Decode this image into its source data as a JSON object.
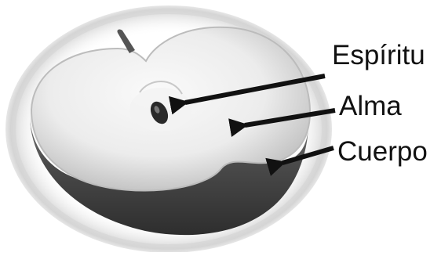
{
  "labels": {
    "espiritu": "Espíritu",
    "alma": "Alma",
    "cuerpo": "Cuerpo"
  },
  "colors": {
    "background": "#ffffff",
    "arrow": "#111111",
    "flesh": "#eeeeee",
    "skin": "#4a4a4a",
    "seed": "#2a2a2a",
    "halo": "#d9d9d9"
  },
  "illustration": {
    "subject": "apple-half-cross-section",
    "style": "grayscale"
  }
}
